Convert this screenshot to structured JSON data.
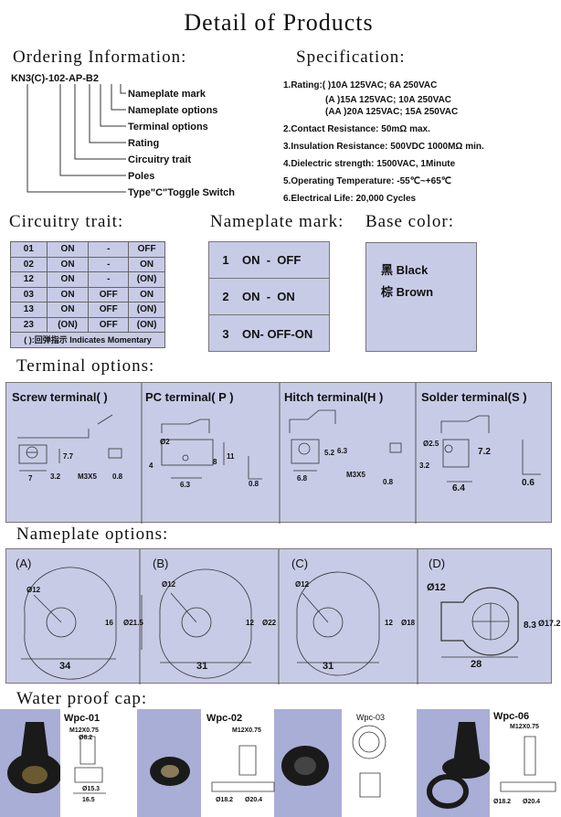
{
  "title": "Detail of Products",
  "ordering": {
    "heading": "Ordering Information:",
    "code": "KN3(C)-102-AP-B2",
    "labels": [
      "Nameplate mark",
      "Nameplate options",
      "Terminal options",
      "Rating",
      "Circuitry trait",
      "Poles",
      "Type\"C\"Toggle Switch"
    ]
  },
  "specification": {
    "heading": "Specification:",
    "lines": [
      "1.Rating:( )10A 125VAC; 6A 250VAC",
      "(A )15A 125VAC; 10A 250VAC",
      "(AA )20A 125VAC; 15A 250VAC",
      "2.Contact Resistance: 50mΩ max.",
      "3.Insulation Resistance: 500VDC 1000MΩ min.",
      "4.Dielectric strength: 1500VAC, 1Minute",
      "5.Operating Temperature: -55℃~+65℃",
      "6.Electrical Life: 20,000 Cycles"
    ]
  },
  "circuitry": {
    "heading": "Circuitry trait:",
    "rows": [
      [
        "01",
        "ON",
        "-",
        "OFF"
      ],
      [
        "02",
        "ON",
        "-",
        "ON"
      ],
      [
        "12",
        "ON",
        "-",
        "(ON)"
      ],
      [
        "03",
        "ON",
        "OFF",
        "ON"
      ],
      [
        "13",
        "ON",
        "OFF",
        "(ON)"
      ],
      [
        "23",
        "(ON)",
        "OFF",
        "(ON)"
      ]
    ],
    "note": "( ):回弹指示 Indicates Momentary"
  },
  "nameplate_mark": {
    "heading": "Nameplate mark:",
    "rows": [
      {
        "num": "1",
        "text": "ON  -  OFF"
      },
      {
        "num": "2",
        "text": "ON  -  ON"
      },
      {
        "num": "3",
        "text": "ON- OFF-ON"
      }
    ]
  },
  "base_color": {
    "heading": "Base color:",
    "items": [
      {
        "zh": "黑",
        "en": "Black"
      },
      {
        "zh": "棕",
        "en": "Brown"
      }
    ]
  },
  "terminal": {
    "heading": "Terminal options:",
    "panels": [
      {
        "title": "Screw terminal( )",
        "dims": [
          "7.7",
          "3.2",
          "7",
          "M3X5",
          "0.8"
        ]
      },
      {
        "title": "PC terminal( P )",
        "dims": [
          "Ø2",
          "4",
          "6.3",
          "8",
          "11",
          "0.8"
        ]
      },
      {
        "title": "Hitch terminal(H )",
        "dims": [
          "5.2",
          "6.3",
          "6.8",
          "M3X5",
          "0.8"
        ]
      },
      {
        "title": "Solder terminal(S )",
        "dims": [
          "Ø2.5",
          "3.2",
          "6.4",
          "7.2",
          "0.6"
        ]
      }
    ]
  },
  "nameplate_options": {
    "heading": "Nameplate options:",
    "panels": [
      {
        "label": "(A)",
        "dims": [
          "Ø12",
          "16",
          "Ø21.5",
          "34"
        ]
      },
      {
        "label": "(B)",
        "dims": [
          "Ø12",
          "12",
          "Ø22",
          "31"
        ]
      },
      {
        "label": "(C)",
        "dims": [
          "Ø12",
          "12",
          "Ø18",
          "31"
        ]
      },
      {
        "label": "(D)",
        "dims": [
          "Ø12",
          "8.3",
          "Ø17.2",
          "28"
        ]
      }
    ]
  },
  "water_cap": {
    "heading": "Water proof cap:",
    "items": [
      {
        "model": "Wpc-01",
        "dims": [
          "M12X0.75",
          "Ø8.2",
          "Ø15.3",
          "16.5"
        ]
      },
      {
        "model": "Wpc-02",
        "dims": [
          "M12X0.75",
          "Ø18.2",
          "Ø20.4"
        ]
      },
      {
        "model": "Wpc-03",
        "dims": []
      },
      {
        "model": "Wpc-06",
        "dims": [
          "M12X0.75",
          "Ø18.2",
          "Ø20.4"
        ]
      }
    ]
  },
  "colors": {
    "panel": "#c8cbe6",
    "cap_bg": "#a9aed6",
    "line": "#333333"
  }
}
